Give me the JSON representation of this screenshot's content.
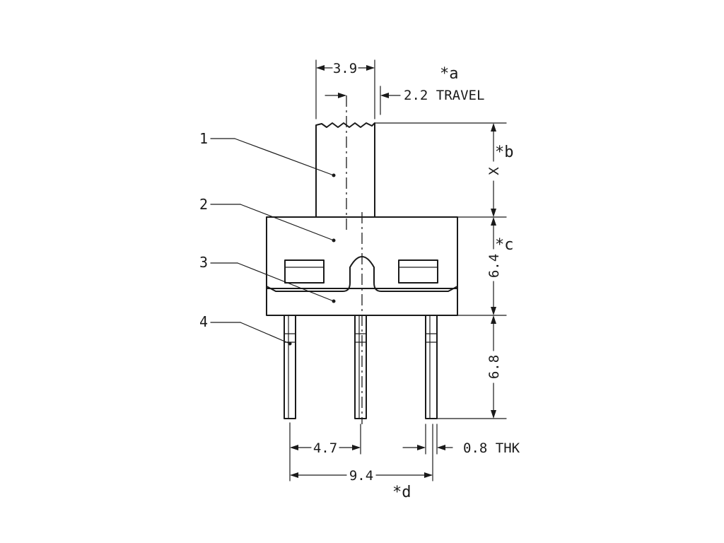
{
  "dimensions": {
    "width_top": "3.9",
    "travel": "2.2 TRAVEL",
    "actuator_height": "X",
    "body_height": "6.4",
    "pin_length": "6.8",
    "pitch": "4.7",
    "thickness": "0.8 THK",
    "span": "9.4"
  },
  "notes": {
    "a": "*a",
    "b": "*b",
    "c": "*c",
    "d": "*d"
  },
  "callouts": [
    "1",
    "2",
    "3",
    "4"
  ]
}
